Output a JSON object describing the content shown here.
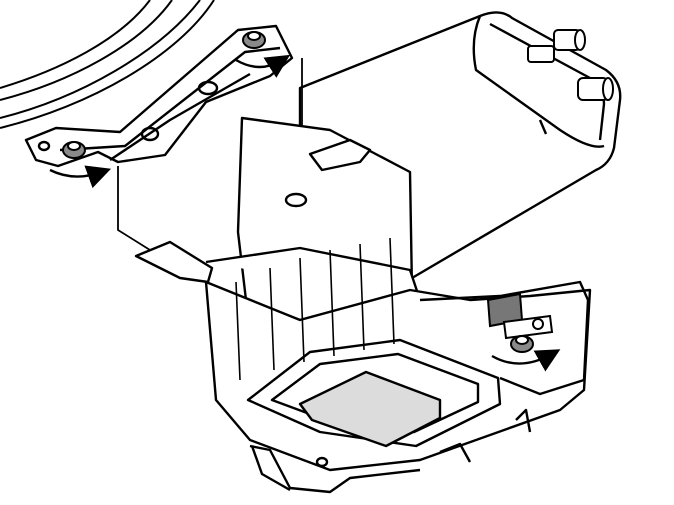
{
  "diagram": {
    "colors": {
      "background": "#ffffff",
      "line": "#000000",
      "fastener_fill": "#8a8a8a",
      "clip_fill": "#777777",
      "pad_fill": "#dcdcdc"
    },
    "parts": [
      {
        "id": "vehicle-floor-panel",
        "label": ""
      },
      {
        "id": "mounting-rail",
        "label": ""
      },
      {
        "id": "canister-cylinder",
        "label": ""
      },
      {
        "id": "mounting-bracket-tray",
        "label": ""
      },
      {
        "id": "pipe-fitting",
        "label": ""
      }
    ],
    "fasteners": [
      {
        "id": "nut-left",
        "icon": "hex-nut-icon"
      },
      {
        "id": "nut-top",
        "icon": "hex-nut-icon"
      },
      {
        "id": "nut-right",
        "icon": "hex-nut-icon"
      }
    ],
    "rotation_arrows": [
      {
        "id": "arrow-left",
        "icon": "clockwise-arrow-icon"
      },
      {
        "id": "arrow-top",
        "icon": "clockwise-arrow-icon"
      },
      {
        "id": "arrow-right",
        "icon": "clockwise-arrow-icon"
      }
    ]
  }
}
